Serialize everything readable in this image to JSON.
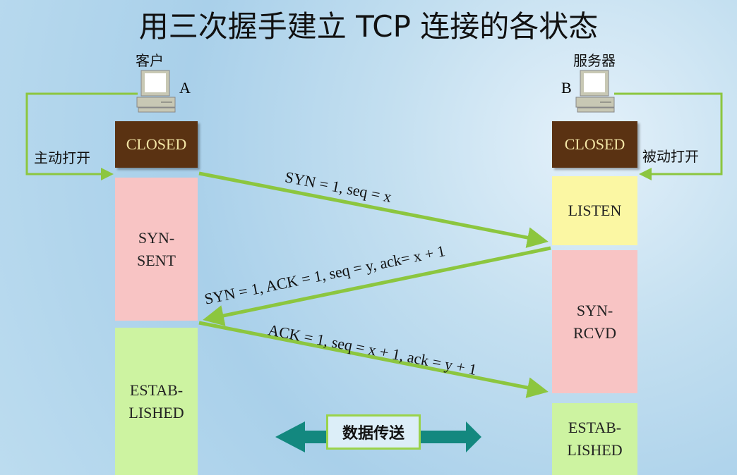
{
  "title": "用三次握手建立 TCP 连接的各状态",
  "client": {
    "label": "客户",
    "host": "A",
    "open_label": "主动打开",
    "states": [
      "CLOSED",
      "SYN-\nSENT",
      "ESTAB-\nLISHED"
    ]
  },
  "server": {
    "label": "服务器",
    "host": "B",
    "open_label": "被动打开",
    "states": [
      "CLOSED",
      "LISTEN",
      "SYN-\nRCVD",
      "ESTAB-\nLISHED"
    ]
  },
  "messages": [
    "SYN = 1, seq = x",
    "SYN = 1, ACK = 1, seq = y, ack= x + 1",
    "ACK = 1, seq = x + 1, ack = y + 1"
  ],
  "data_transfer": "数据传送",
  "colors": {
    "arrow": "#8cc63f",
    "teal": "#13887f",
    "closed": "#5a3212"
  }
}
